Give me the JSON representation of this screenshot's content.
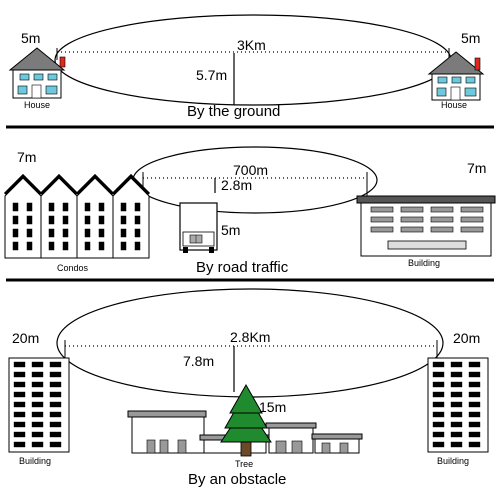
{
  "panels": [
    {
      "caption": "By the ground",
      "distance": "3Km",
      "clearance": "5.7m",
      "left_height": "5m",
      "right_height": "5m",
      "left_label": "House",
      "right_label": "House"
    },
    {
      "caption": "By road traffic",
      "distance": "700m",
      "clearance": "2.8m",
      "left_height": "7m",
      "right_height": "7m",
      "obstacle_height": "5m",
      "left_label": "Condos",
      "right_label": "Building"
    },
    {
      "caption": "By an obstacle",
      "distance": "2.8Km",
      "clearance": "7.8m",
      "left_height": "20m",
      "right_height": "20m",
      "obstacle_height": "15m",
      "left_label": "Building",
      "right_label": "Building",
      "obstacle_label": "Tree"
    }
  ],
  "colors": {
    "window": "#6ec9dc",
    "roof": "#7b7b7b",
    "chimney": "#e0281c",
    "tree": "#1f8a2e",
    "trunk": "#6b4a2a"
  }
}
